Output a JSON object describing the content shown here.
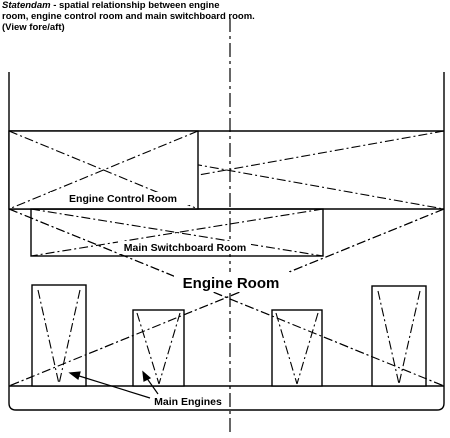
{
  "caption": {
    "vessel": "Statendam",
    "line1_rest": " - spatial relationship between engine",
    "line2": "room, engine control room and main switchboard room.",
    "line3": "(View fore/aft)"
  },
  "labels": {
    "engine_control_room": "Engine Control Room",
    "main_switchboard_room": "Main Switchboard Room",
    "engine_room": "Engine Room",
    "main_engines": "Main Engines"
  }
}
